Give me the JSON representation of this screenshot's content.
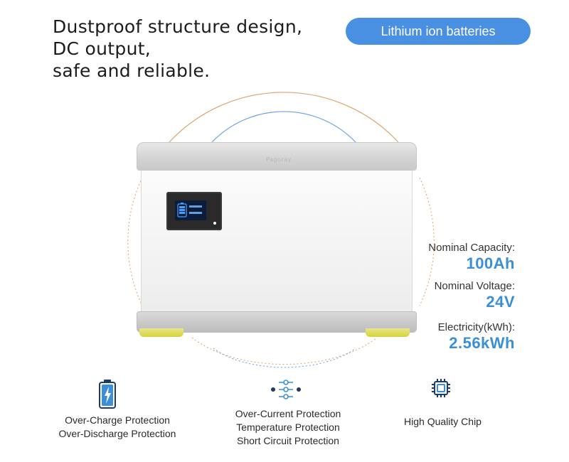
{
  "headline": {
    "lines": [
      "Dustproof structure design,",
      "DC output,",
      "safe and reliable."
    ]
  },
  "badge": {
    "label": "Lithium ion batteries",
    "color": "#4a90e2"
  },
  "product": {
    "brand_mark": "Pagoray"
  },
  "specs": [
    {
      "label": "Nominal Capacity:",
      "value": "100Ah"
    },
    {
      "label": "Nominal Voltage:",
      "value": "24V"
    },
    {
      "label": "Electricity(kWh):",
      "value": "2.56kWh"
    }
  ],
  "features": [
    {
      "icon": "battery-charge-icon",
      "lines": [
        "Over-Charge Protection",
        "Over-Discharge Protection"
      ]
    },
    {
      "icon": "slider-circuit-icon",
      "lines": [
        "Over-Current Protection",
        "Temperature Protection",
        "Short Circuit Protection"
      ]
    },
    {
      "icon": "chip-icon",
      "lines": [
        "High Quality Chip"
      ]
    }
  ],
  "colors": {
    "accent_blue": "#3b8fd6",
    "arc_orange": "#e0a36a",
    "arc_blue": "#6aa2e0",
    "foot_yellow": "#d7d23a"
  }
}
